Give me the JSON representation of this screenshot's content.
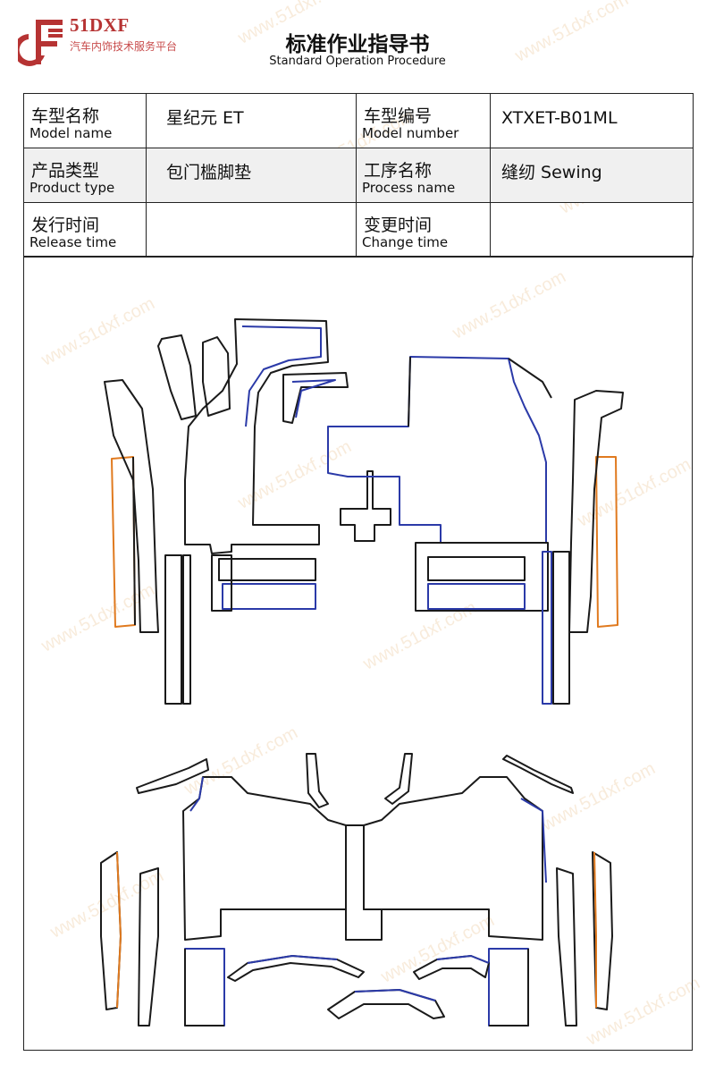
{
  "header": {
    "logo_brand": "51DXF",
    "logo_slogan": "汽车内饰技术服务平台",
    "title": "标准作业指导书",
    "subtitle": "Standard Operation Procedure"
  },
  "watermark": "www.51dxf.com",
  "info_table": {
    "rows": [
      {
        "label1_zh": "车型名称",
        "label1_en": "Model name",
        "value1": "星纪元 ET",
        "label2_zh": "车型编号",
        "label2_en": "Model number",
        "value2": "XTXET-B01ML"
      },
      {
        "label1_zh": "产品类型",
        "label1_en": "Product type",
        "value1": "包门槛脚垫",
        "label2_zh": "工序名称",
        "label2_en": "Process name",
        "value2": "缝纫 Sewing"
      },
      {
        "label1_zh": "发行时间",
        "label1_en": "Release time",
        "value1": "",
        "label2_zh": "变更时间",
        "label2_en": "Change time",
        "value2": ""
      }
    ]
  },
  "colors": {
    "brand_red": "#b63333",
    "outline_black": "#1a1a1a",
    "sewing_blue": "#2b3aa8",
    "edge_orange": "#e07a1f",
    "watermark": "#f3dcbf"
  }
}
